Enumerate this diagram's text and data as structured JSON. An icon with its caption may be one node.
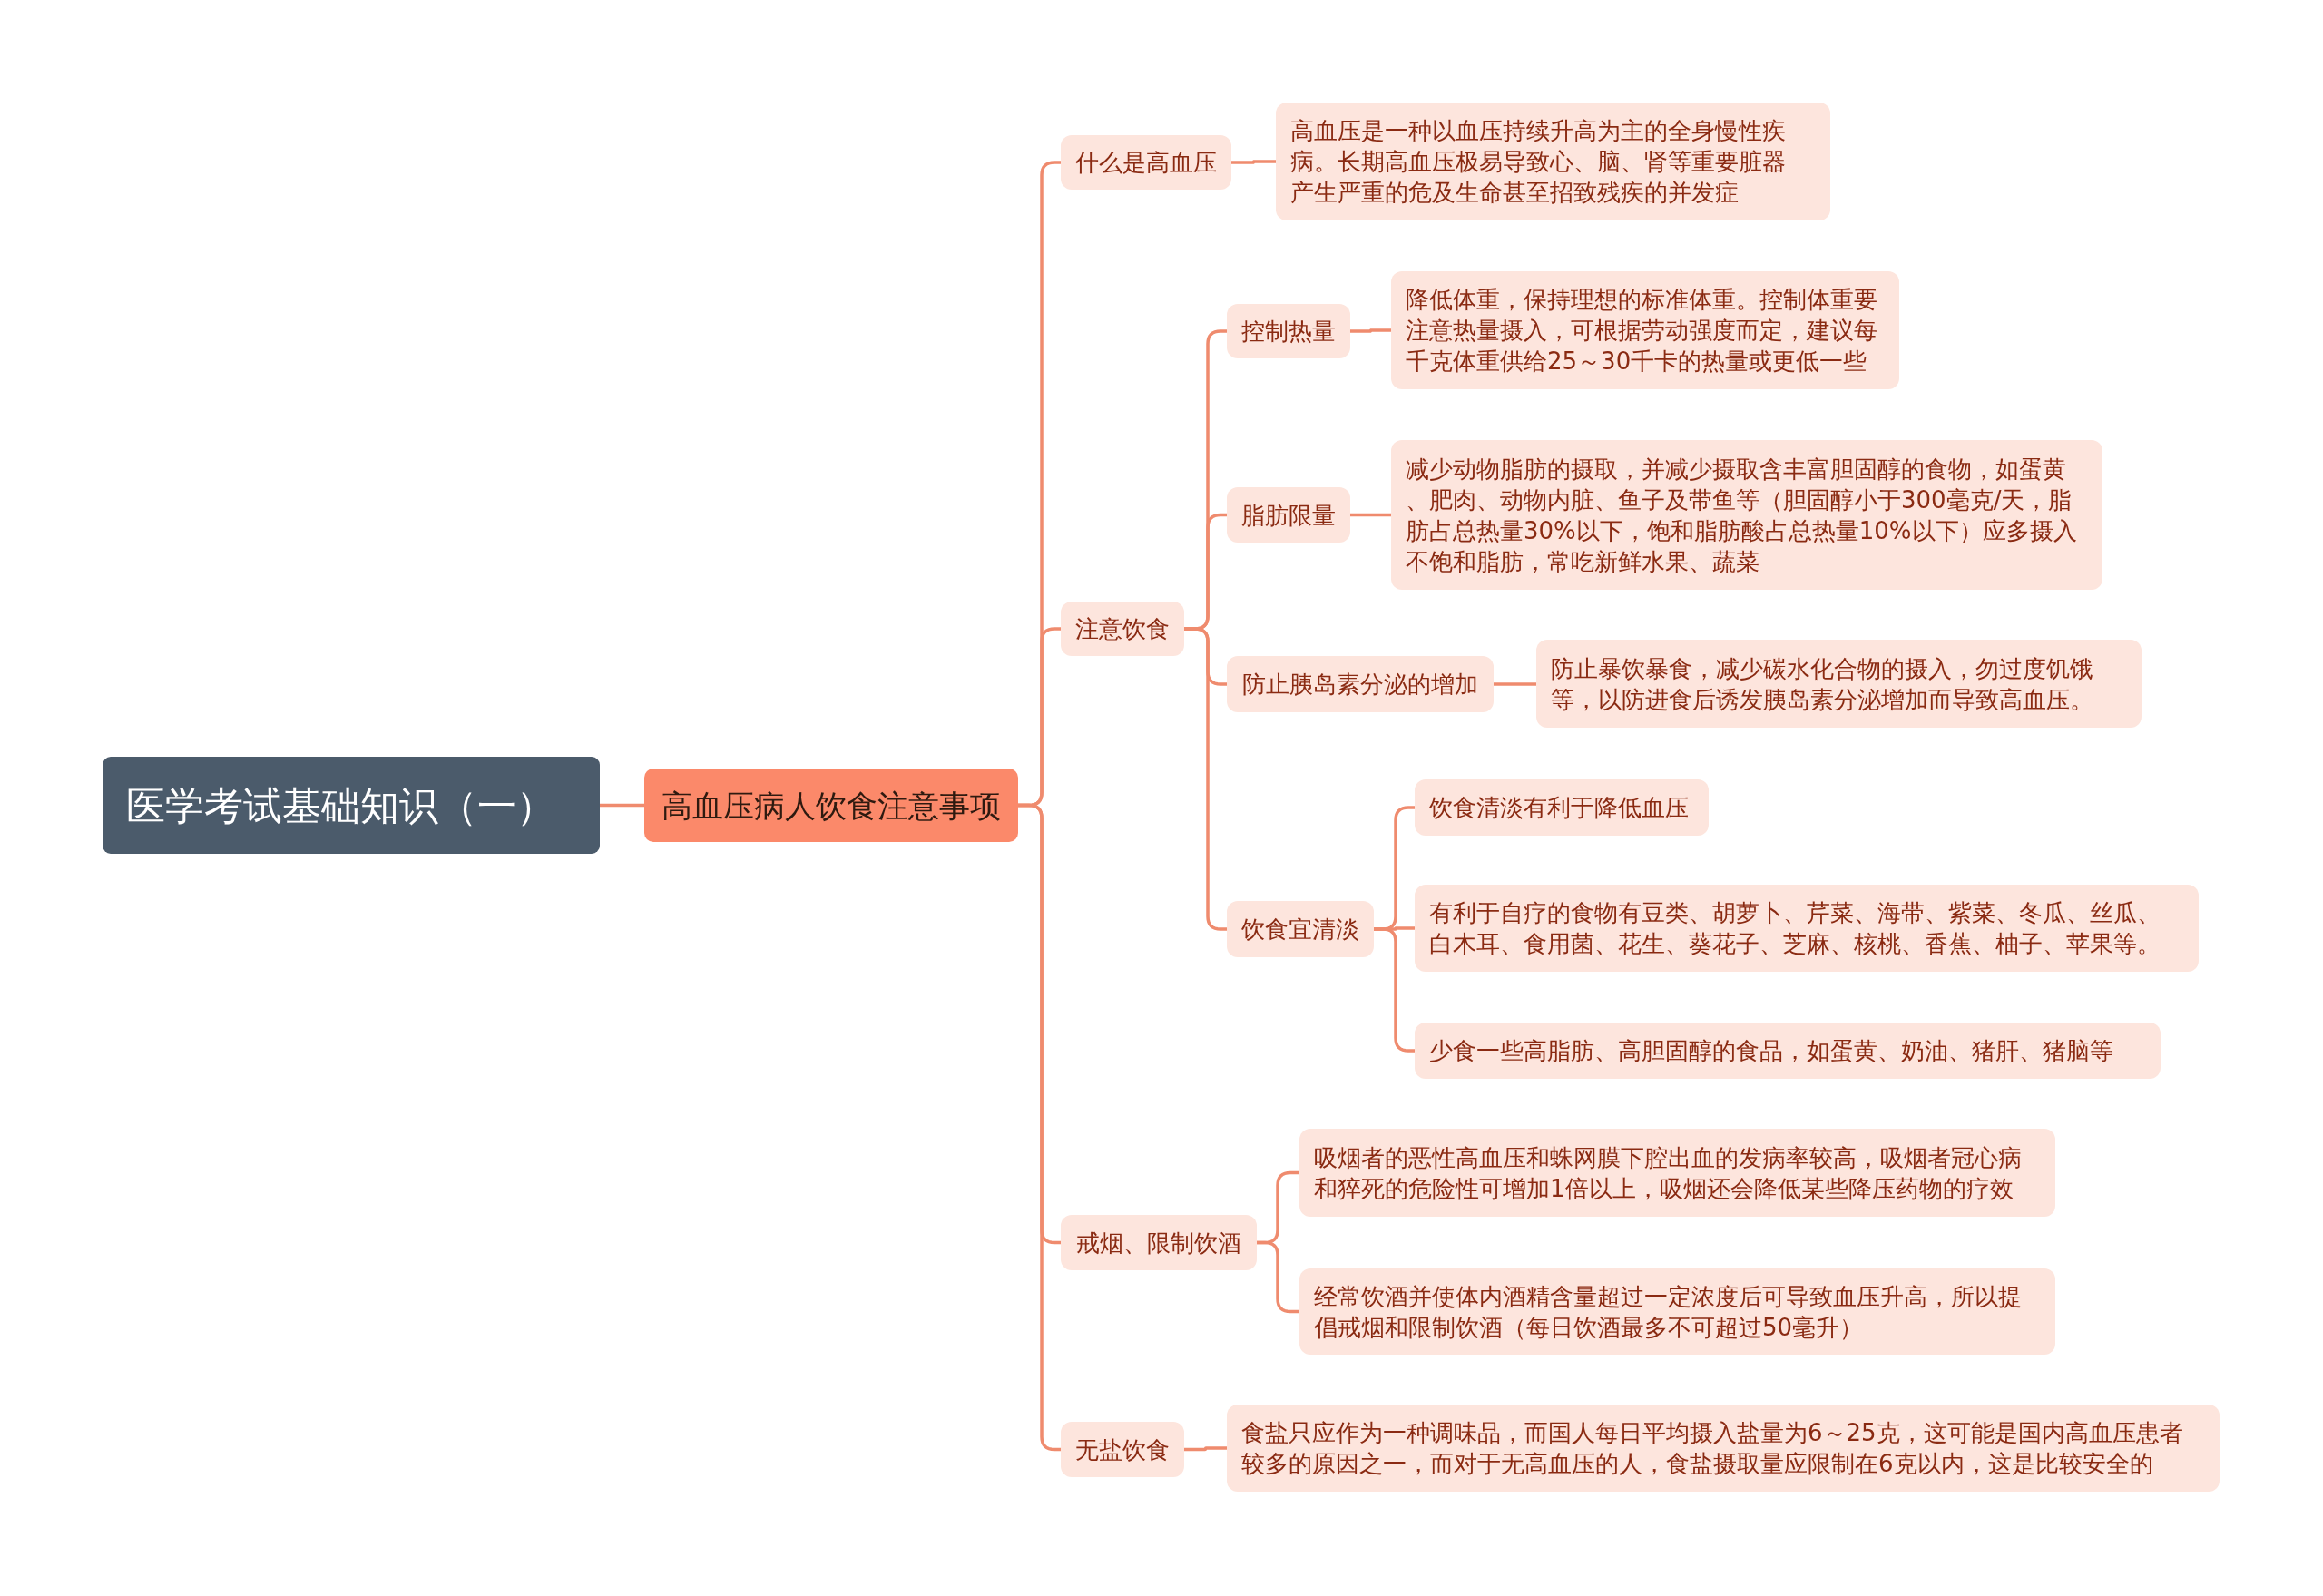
{
  "diagram": {
    "nodes": [
      {
        "text": [
          "医学考试基础知识（一）"
        ]
      },
      {
        "text": [
          "高血压病人饮食注意事项"
        ]
      },
      {
        "text": [
          "什么是高血压"
        ]
      },
      {
        "text": [
          "高血压是一种以血压持续升高为主的全身慢性疾病。长期高血压极易导致心、脑、肾等重要脏器产生严重的危及生命甚至招致残疾的并发症"
        ]
      },
      {
        "text": [
          "注意饮食"
        ]
      },
      {
        "text": [
          "控制热量"
        ]
      },
      {
        "text": [
          "降低体重，保持理想的标准体重。控制体重要注意热量摄入，可根据劳动强度而定，建议每千克体重供给25～30千卡的热量或更低一些"
        ]
      },
      {
        "text": [
          "脂肪限量"
        ]
      },
      {
        "text": [
          "减少动物脂肪的摄取，并减少摄取含丰富胆固醇的食物，如蛋黄、肥肉、动物内脏、鱼子及带鱼等（胆固醇小于300毫克/天，脂肪占总热量30%以下，饱和脂肪酸占总热量10%以下）应多摄入不饱和脂肪，常吃新鲜水果、蔬菜"
        ]
      },
      {
        "text": [
          "防止胰岛素分泌的增加"
        ]
      },
      {
        "text": [
          "防止暴饮暴食，减少碳水化合物的摄入，勿过度饥饿等，以防进食后诱发胰岛素分泌增加而导致高血压。"
        ]
      },
      {
        "text": [
          "饮食宜清淡"
        ]
      },
      {
        "text": [
          "饮食清淡有利于降低血压"
        ]
      },
      {
        "text": [
          "有利于自疗的食物有豆类、胡萝卜、芹菜、海带、紫菜、冬瓜、丝瓜、白木耳、食用菌、花生、葵花子、芝麻、核桃、香蕉、柚子、苹果等。"
        ]
      },
      {
        "text": [
          "少食一些高脂肪、高胆固醇的食品，如蛋黄、奶油、猪肝、猪脑等"
        ]
      },
      {
        "text": [
          "戒烟、限制饮酒"
        ]
      },
      {
        "text": [
          "吸烟者的恶性高血压和蛛网膜下腔出血的发病率较高，吸烟者冠心病和猝死的危险性可增加1倍以上，吸烟还会降低某些降压药物的疗效"
        ]
      },
      {
        "text": [
          "经常饮酒并使体内酒精含量超过一定浓度后可导致血压升高，所以提倡戒烟和限制饮酒（每日饮酒最多不可超过50毫升）"
        ]
      },
      {
        "text": [
          "无盐饮食"
        ]
      },
      {
        "text": [
          "食盐只应作为一种调味品，而国人每日平均摄入盐量为6～25克，这可能是国内高血压患者较多的原因之一，而对于无高血压的人，食盐摄取量应限制在6克以内，这是比较安全的"
        ]
      }
    ],
    "edges": [
      {
        "from": 0,
        "to": 1,
        "arrow": "none"
      },
      {
        "from": 1,
        "to": 2,
        "arrow": "none"
      },
      {
        "from": 2,
        "to": 3,
        "arrow": "none"
      },
      {
        "from": 1,
        "to": 4,
        "arrow": "none"
      },
      {
        "from": 4,
        "to": 5,
        "arrow": "none"
      },
      {
        "from": 5,
        "to": 6,
        "arrow": "none"
      },
      {
        "from": 4,
        "to": 7,
        "arrow": "none"
      },
      {
        "from": 7,
        "to": 8,
        "arrow": "none"
      },
      {
        "from": 4,
        "to": 9,
        "arrow": "none"
      },
      {
        "from": 9,
        "to": 10,
        "arrow": "none"
      },
      {
        "from": 4,
        "to": 11,
        "arrow": "none"
      },
      {
        "from": 11,
        "to": 12,
        "arrow": "none"
      },
      {
        "from": 11,
        "to": 13,
        "arrow": "none"
      },
      {
        "from": 11,
        "to": 14,
        "arrow": "none"
      },
      {
        "from": 1,
        "to": 15,
        "arrow": "none"
      },
      {
        "from": 15,
        "to": 16,
        "arrow": "none"
      },
      {
        "from": 15,
        "to": 17,
        "arrow": "none"
      },
      {
        "from": 1,
        "to": 18,
        "arrow": "none"
      },
      {
        "from": 18,
        "to": 19,
        "arrow": "none"
      }
    ]
  }
}
